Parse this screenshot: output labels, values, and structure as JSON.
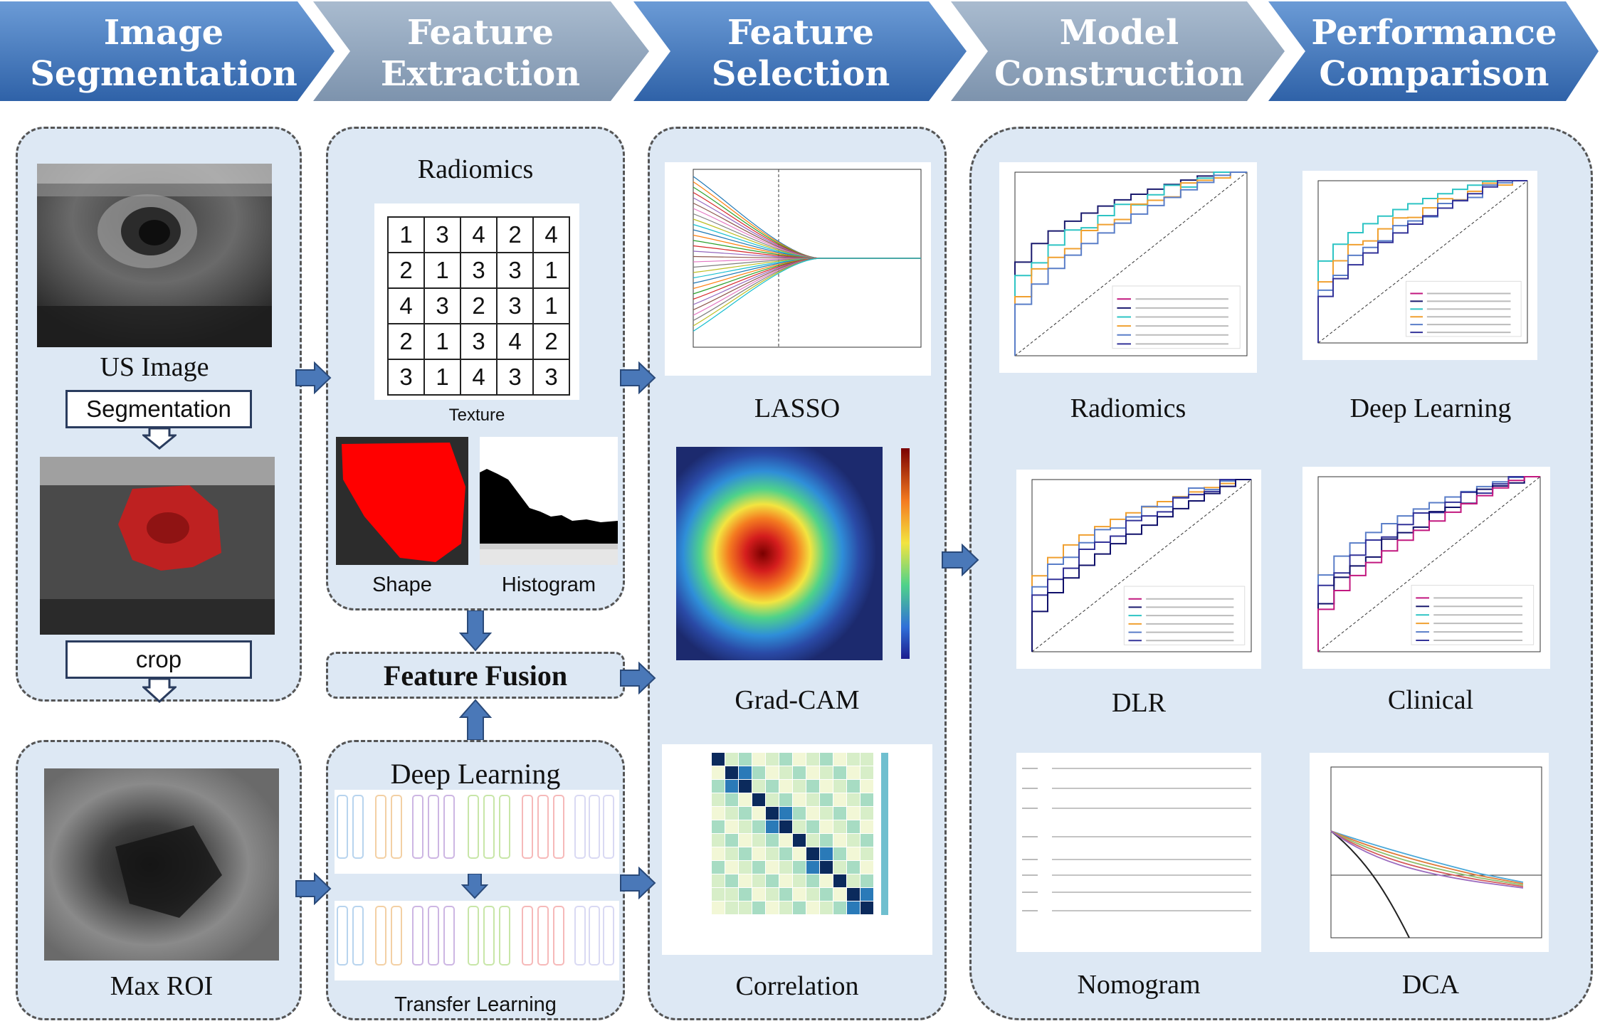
{
  "stages": [
    {
      "label": "Image\nSegmentation"
    },
    {
      "label": "Feature\nExtraction"
    },
    {
      "label": "Feature\nSelection"
    },
    {
      "label": "Model\nConstruction"
    },
    {
      "label": "Performance\nComparison"
    }
  ],
  "colors": {
    "banner_blue": "#3f73b8",
    "banner_gray": "#8a9fb8",
    "panel_bg": "#dde8f4",
    "arrow_blue": "#4a78b8"
  },
  "segmentation": {
    "us_image_caption": "US Image",
    "segmentation_box": "Segmentation",
    "crop_box": "crop",
    "max_roi_caption": "Max ROI"
  },
  "extraction": {
    "radiomics_title": "Radiomics",
    "texture_caption": "Texture",
    "texture_grid": [
      [
        1,
        3,
        4,
        2,
        4
      ],
      [
        2,
        1,
        3,
        3,
        1
      ],
      [
        4,
        3,
        2,
        3,
        1
      ],
      [
        2,
        1,
        3,
        4,
        2
      ],
      [
        3,
        1,
        4,
        3,
        3
      ]
    ],
    "shape_caption": "Shape",
    "histogram_caption": "Histogram",
    "fusion_label": "Feature Fusion",
    "deep_learning_title": "Deep Learning",
    "transfer_caption": "Transfer Learning"
  },
  "selection": {
    "lasso_caption": "LASSO",
    "gradcam_caption": "Grad-CAM",
    "correlation_caption": "Correlation"
  },
  "models": {
    "radiomics_caption": "Radiomics",
    "deep_learning_caption": "Deep Learning",
    "dlr_caption": "DLR",
    "clinical_caption": "Clinical",
    "nomogram_caption": "Nomogram",
    "dca_caption": "DCA"
  }
}
